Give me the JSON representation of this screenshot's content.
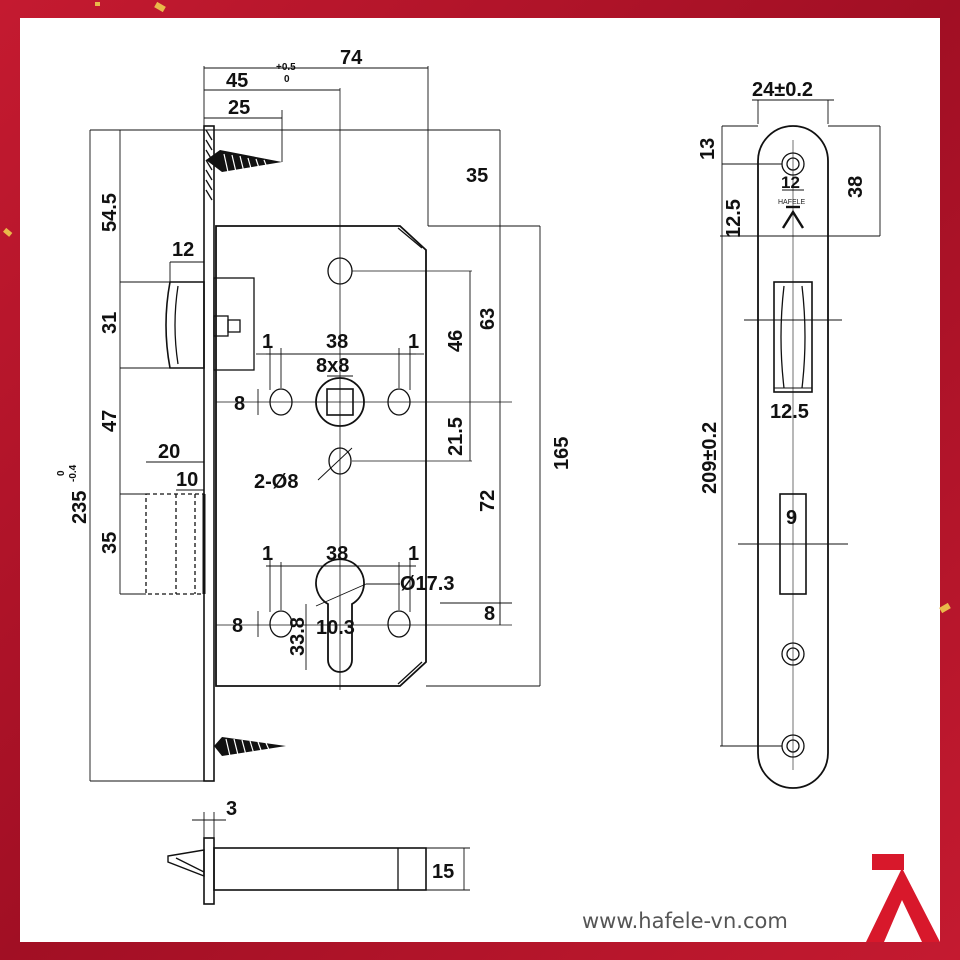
{
  "colors": {
    "frame": "#b8142a",
    "line": "#111111",
    "logo": "#d8182b",
    "url": "#555555",
    "confetti": "#e9b94a"
  },
  "watermark": {
    "url": "www.hafele-vn.com",
    "logo_icon": "hafele-logo-icon"
  },
  "lock_body": {
    "dims": {
      "d74": "74",
      "d45": "45",
      "d45_tol_top": "+0.5",
      "d45_tol_bot": "0",
      "d25": "25",
      "d35": "35",
      "d54_5": "54.5",
      "d12": "12",
      "d31": "31",
      "d47": "47",
      "d20": "20",
      "d10": "10",
      "d35b": "35",
      "d235": "235",
      "d235_tol_top": "0",
      "d235_tol_bot": "-0.4",
      "d63": "63",
      "d46": "46",
      "d165": "165",
      "d21_5": "21.5",
      "d72": "72",
      "d1a": "1",
      "d38a": "38",
      "d1b": "1",
      "d8x8": "8x8",
      "d8a": "8",
      "d2o8": "2-Ø8",
      "d1c": "1",
      "d38b": "38",
      "d1d": "1",
      "do17": "Ø17.3",
      "d8b": "8",
      "d8c": "8",
      "d33_8": "33.8",
      "d10_3": "10.3"
    }
  },
  "faceplate": {
    "dims": {
      "w": "24±0.2",
      "d13": "13",
      "d12": "12",
      "d12_5a": "12.5",
      "d38": "38",
      "d209": "209±0.2",
      "d12_5b": "12.5",
      "d9": "9"
    },
    "brand_text": "HAFELE"
  },
  "latch_side": {
    "dims": {
      "d3": "3",
      "d15": "15"
    }
  }
}
